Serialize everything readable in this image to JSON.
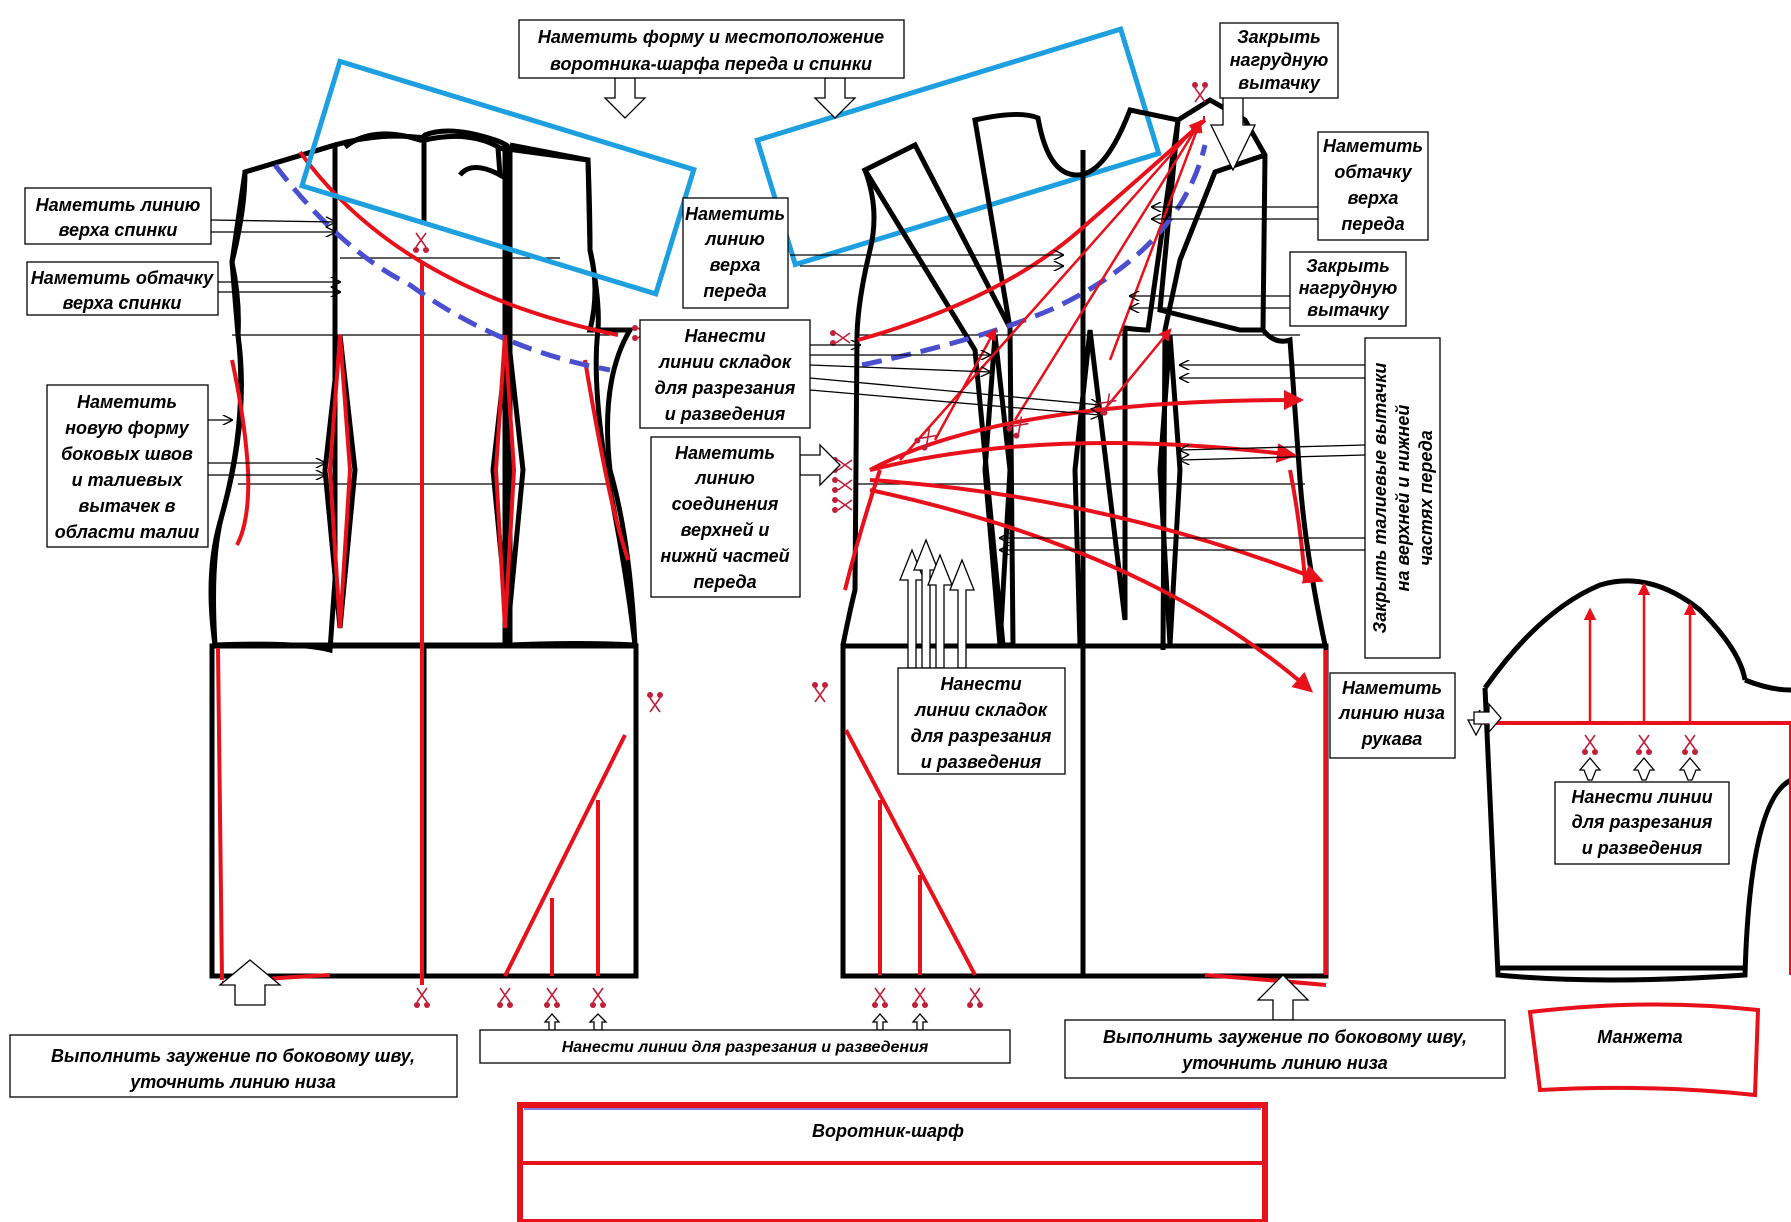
{
  "labels": {
    "collar_shape": [
      "Наметить форму и  местоположение",
      "воротника-шарфа  переда и спинки"
    ],
    "back_top_line": [
      "Наметить линию",
      "верха спинки"
    ],
    "back_facing": [
      "Наметить обтачку",
      "верха спинки"
    ],
    "side_seams": [
      "Наметить",
      "новую форму",
      "боковых швов",
      "и талиевых",
      "вытачек в",
      "области талии"
    ],
    "fold_lines_front": [
      "Нанести",
      "линии складок",
      "для разрезания",
      "и разведения"
    ],
    "front_top_line": [
      "Наметить",
      "линию",
      "верха",
      "переда"
    ],
    "join_line": [
      "Наметить",
      "линию",
      "соединения",
      "верхней и",
      "нижнй частей",
      "переда"
    ],
    "close_bust_dart_1": [
      "Закрыть",
      "нагрудную",
      "вытачку"
    ],
    "front_facing": [
      "Наметить",
      "обтачку",
      "верха",
      "переда"
    ],
    "close_bust_dart_2": [
      "Закрыть",
      "нагрудную",
      "вытачку"
    ],
    "close_waist_darts": [
      "Закрыть талиевые вытачки",
      "на верхней и нижней",
      "частях переда"
    ],
    "fold_lines_skirt": [
      "Нанести",
      "линии складок",
      "для разрезания",
      "и разведения"
    ],
    "sleeve_hem": [
      "Наметить",
      "линию низа",
      "рукава"
    ],
    "sleeve_cut_lines": [
      "Нанести линии",
      "для разрезания",
      "и разведения"
    ],
    "narrow_left": [
      "Выполнить заужение по боковому шву,",
      "уточнить линию низа"
    ],
    "cut_lines_bottom": "Нанести линии   для разрезания  и разведения",
    "narrow_right": [
      "Выполнить заужение по боковому шву,",
      "уточнить линию низа"
    ],
    "cuff": "Манжета",
    "collar_scarf": "Воротник-шарф"
  },
  "colors": {
    "pattern_outline": "#000000",
    "modification": "#e8101a",
    "collar_placement": "#1ea0e0",
    "facing_dashed": "#4a4fd0"
  }
}
